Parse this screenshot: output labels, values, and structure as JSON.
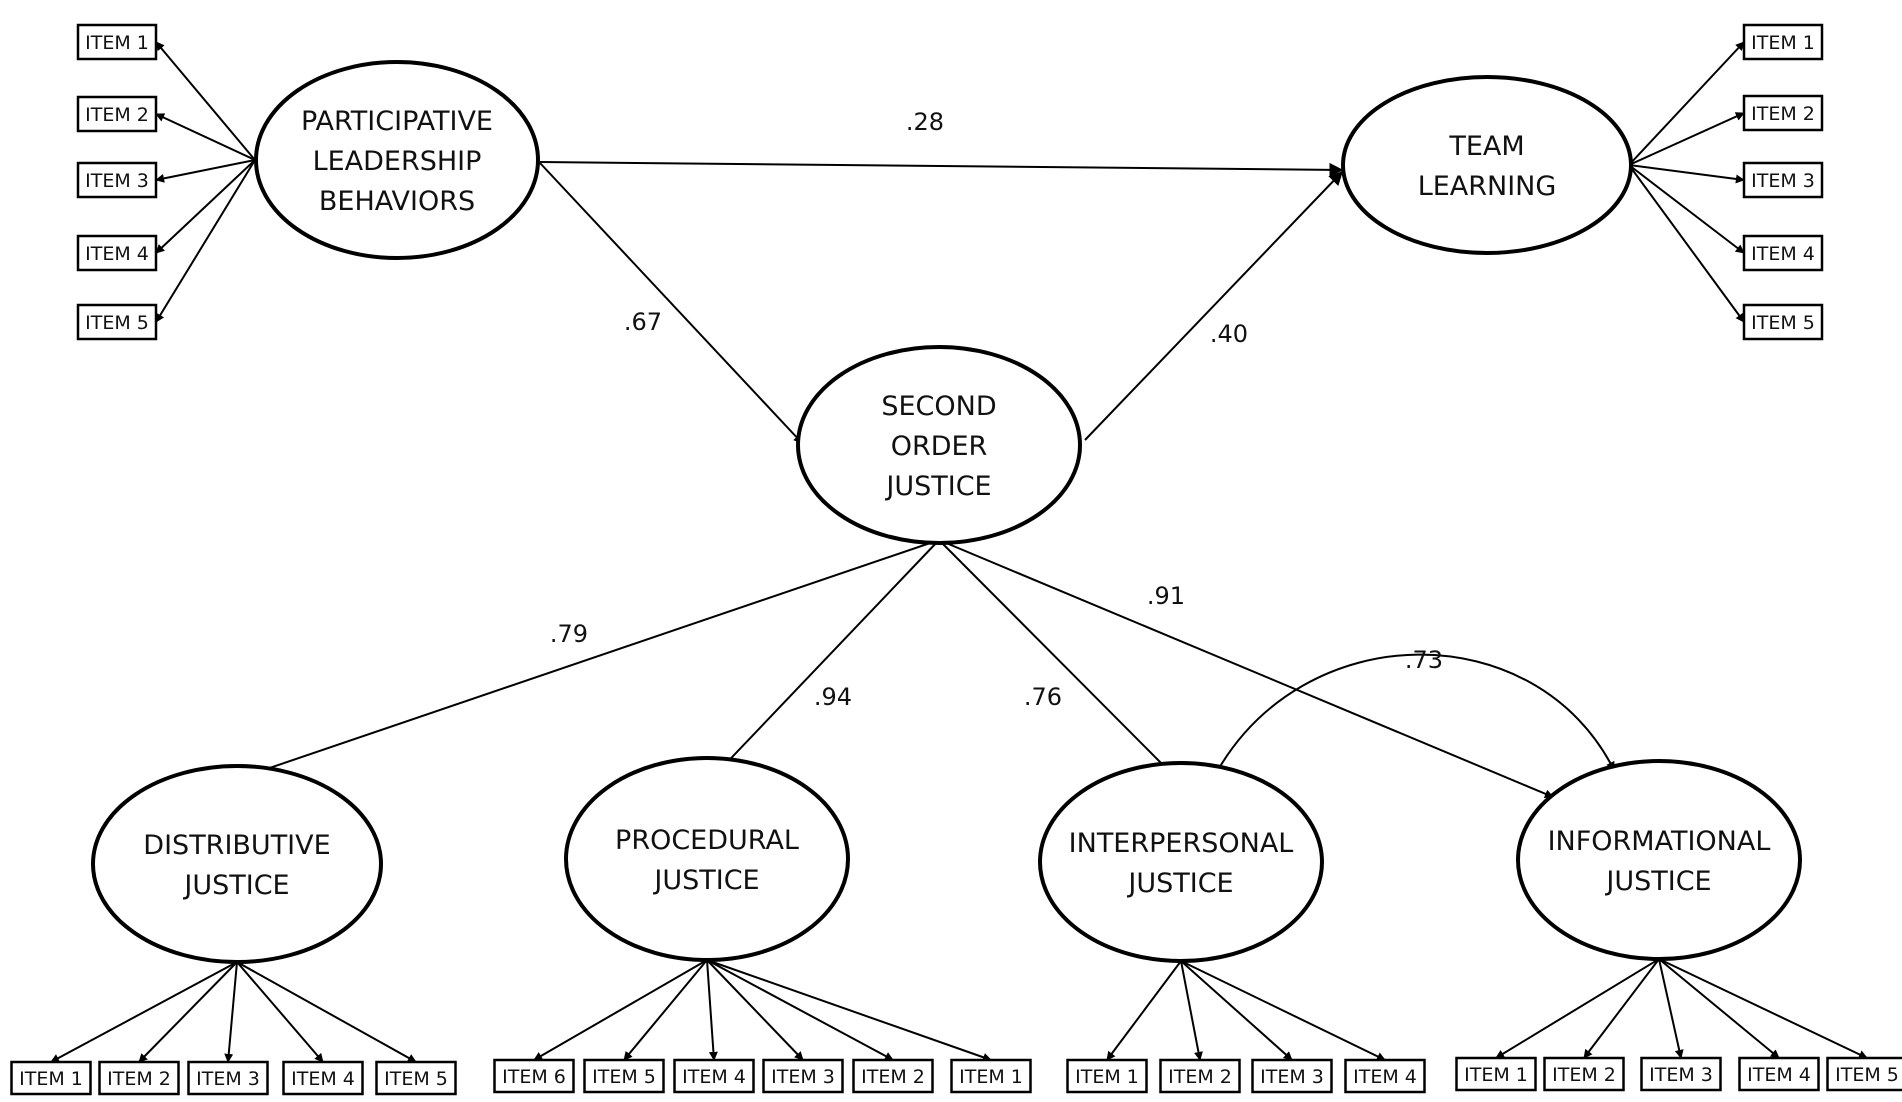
{
  "nodes": {
    "participative_leadership": [
      "PARTICIPATIVE",
      "LEADERSHIP",
      "BEHAVIORS"
    ],
    "team_learning": [
      "TEAM",
      "LEARNING"
    ],
    "second_order_justice": [
      "SECOND",
      "ORDER",
      "JUSTICE"
    ],
    "distributive_justice": [
      "DISTRIBUTIVE",
      "JUSTICE"
    ],
    "procedural_justice": [
      "PROCEDURAL",
      "JUSTICE"
    ],
    "interpersonal_justice": [
      "INTERPERSONAL",
      "JUSTICE"
    ],
    "informational_justice": [
      "INFORMATIONAL",
      "JUSTICE"
    ]
  },
  "indicators": {
    "participative_leadership": [
      "ITEM 1",
      "ITEM 2",
      "ITEM 3",
      "ITEM 4",
      "ITEM 5"
    ],
    "team_learning": [
      "ITEM 1",
      "ITEM 2",
      "ITEM 3",
      "ITEM 4",
      "ITEM 5"
    ],
    "distributive_justice": [
      "ITEM 1",
      "ITEM 2",
      "ITEM 3",
      "ITEM 4",
      "ITEM 5"
    ],
    "procedural_justice": [
      "ITEM 6",
      "ITEM 5",
      "ITEM 4",
      "ITEM 3",
      "ITEM 2",
      "ITEM 1"
    ],
    "interpersonal_justice": [
      "ITEM 1",
      "ITEM 2",
      "ITEM 3",
      "ITEM 4"
    ],
    "informational_justice": [
      "ITEM 1",
      "ITEM 2",
      "ITEM 3",
      "ITEM 4",
      "ITEM 5"
    ]
  },
  "paths": [
    {
      "from": "participative_leadership",
      "to": "team_learning",
      "coefficient": ".28"
    },
    {
      "from": "participative_leadership",
      "to": "second_order_justice",
      "coefficient": ".67"
    },
    {
      "from": "second_order_justice",
      "to": "team_learning",
      "coefficient": ".40"
    },
    {
      "from": "second_order_justice",
      "to": "distributive_justice",
      "coefficient": ".79"
    },
    {
      "from": "second_order_justice",
      "to": "procedural_justice",
      "coefficient": ".94"
    },
    {
      "from": "second_order_justice",
      "to": "interpersonal_justice",
      "coefficient": ".76"
    },
    {
      "from": "second_order_justice",
      "to": "informational_justice",
      "coefficient": ".91"
    }
  ],
  "correlations": [
    {
      "between": [
        "interpersonal_justice",
        "informational_justice"
      ],
      "coefficient": ".73"
    }
  ]
}
